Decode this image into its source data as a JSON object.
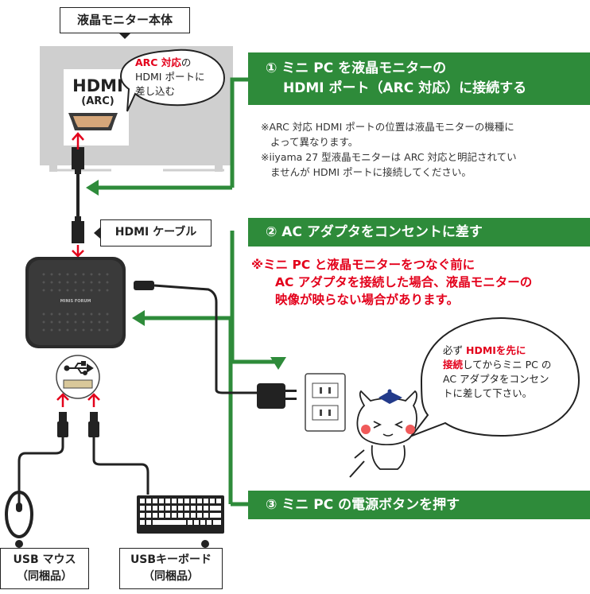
{
  "monitor": {
    "title": "液晶モニター本体",
    "port_label": "HDMI",
    "port_sub": "(ARC)",
    "bubble_red": "ARC 対応",
    "bubble_text1": "の",
    "bubble_text2": "HDMI ポートに",
    "bubble_text3": "差し込む"
  },
  "cable_label": "HDMI ケーブル",
  "minipc_brand": "MINIS FORUM",
  "steps": [
    {
      "line1": "① ミニ PC を液晶モニターの",
      "line2": "HDMI ポート（ARC 対応）に接続する"
    },
    {
      "line1": "② AC アダプタをコンセントに差す"
    },
    {
      "line1": "③ ミニ PC の電源ボタンを押す"
    }
  ],
  "notes": [
    "※ARC 対応 HDMI ポートの位置は液晶モニターの機種に",
    "よって異なります。",
    "※iiyama 27 型液晶モニターは ARC 対応と明記されてい",
    "ませんが HDMI ポートに接続してください。"
  ],
  "warning": [
    "※ミニ PC と液晶モニターをつなぐ前に",
    "AC アダプタを接続した場合、液晶モニターの",
    "映像が映らない場合があります。"
  ],
  "speech": {
    "l1a": "必ず ",
    "l1b": "HDMIを先に",
    "l2a": "接続",
    "l2b": "してからミニ PC の",
    "l3": "AC アダプタをコンセン",
    "l4": "トに差して下さい。"
  },
  "mouse_label": "USB マウス",
  "mouse_sub": "（同梱品）",
  "keyboard_label": "USBキーボード",
  "keyboard_sub": "（同梱品）",
  "colors": {
    "green": "#2e8b3a",
    "red": "#e3001b",
    "monitor_gray": "#cfcfcf"
  }
}
